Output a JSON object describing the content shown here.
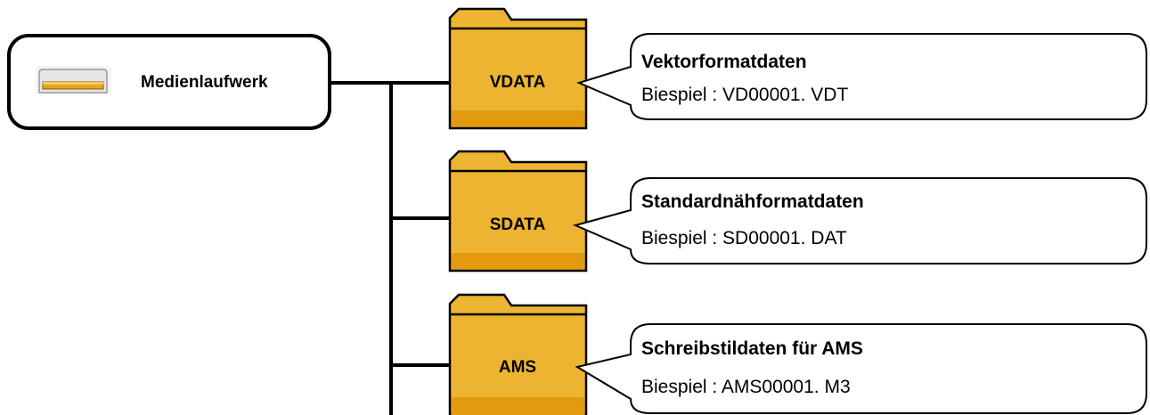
{
  "media": {
    "label": "Medienlaufwerk",
    "icon": "media-drive-icon"
  },
  "folders": [
    {
      "name": "VDATA",
      "title": "Vektorformatdaten",
      "example": "Biespiel : VD00001. VDT"
    },
    {
      "name": "SDATA",
      "title": "Standardnähformatdaten",
      "example": "Biespiel : SD00001. DAT"
    },
    {
      "name": "AMS",
      "title": "Schreibstildaten für AMS",
      "example": "Biespiel : AMS00001. M3"
    }
  ],
  "colors": {
    "folder_fill": "#ECB431",
    "folder_bottom": "#E49A0E",
    "stroke": "#000000",
    "drive_body": "#E6E6E6",
    "drive_slot": "#E8A41A"
  }
}
